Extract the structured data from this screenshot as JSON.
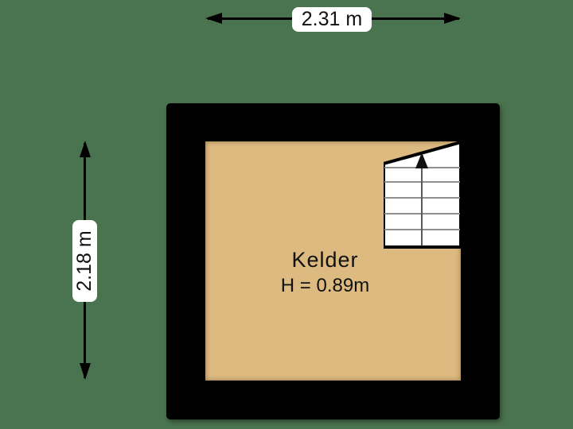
{
  "colors": {
    "background": "#4A734F",
    "wall": "#000000",
    "floor": "#DDBA80",
    "stair_fill": "#FFFFFF",
    "stair_line": "#8F8F8F",
    "walk_line": "#5A5A5A",
    "dimension": "#000000",
    "label_bg": "#FFFFFF",
    "text": "#111111"
  },
  "room": {
    "name": "Kelder",
    "ceiling_height": "H = 0.89m"
  },
  "dimensions": {
    "width": "2.31 m",
    "height": "2.18 m"
  },
  "stairs": {
    "direction": "up",
    "step_count": 6,
    "step_lines_y": [
      33,
      51,
      71,
      91,
      111
    ]
  }
}
